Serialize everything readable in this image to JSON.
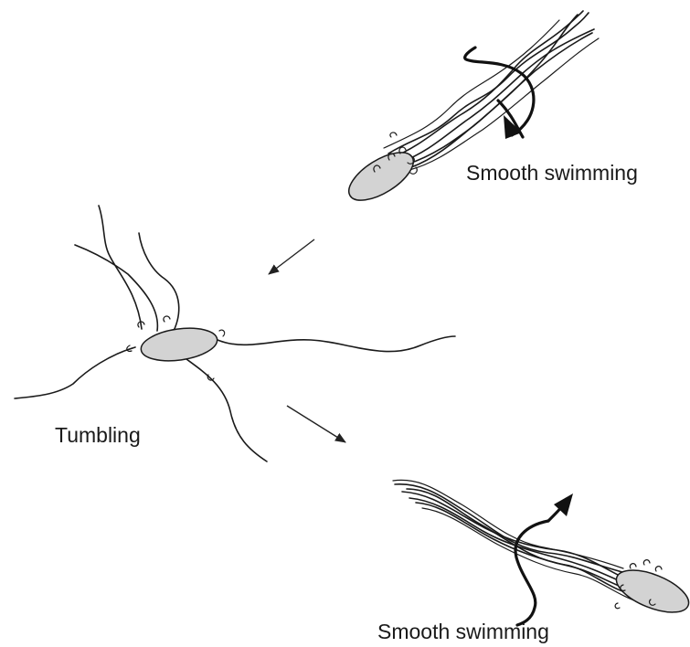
{
  "labels": {
    "smooth_top": "Smooth swimming",
    "tumbling": "Tumbling",
    "smooth_bottom": "Smooth swimming"
  }
}
